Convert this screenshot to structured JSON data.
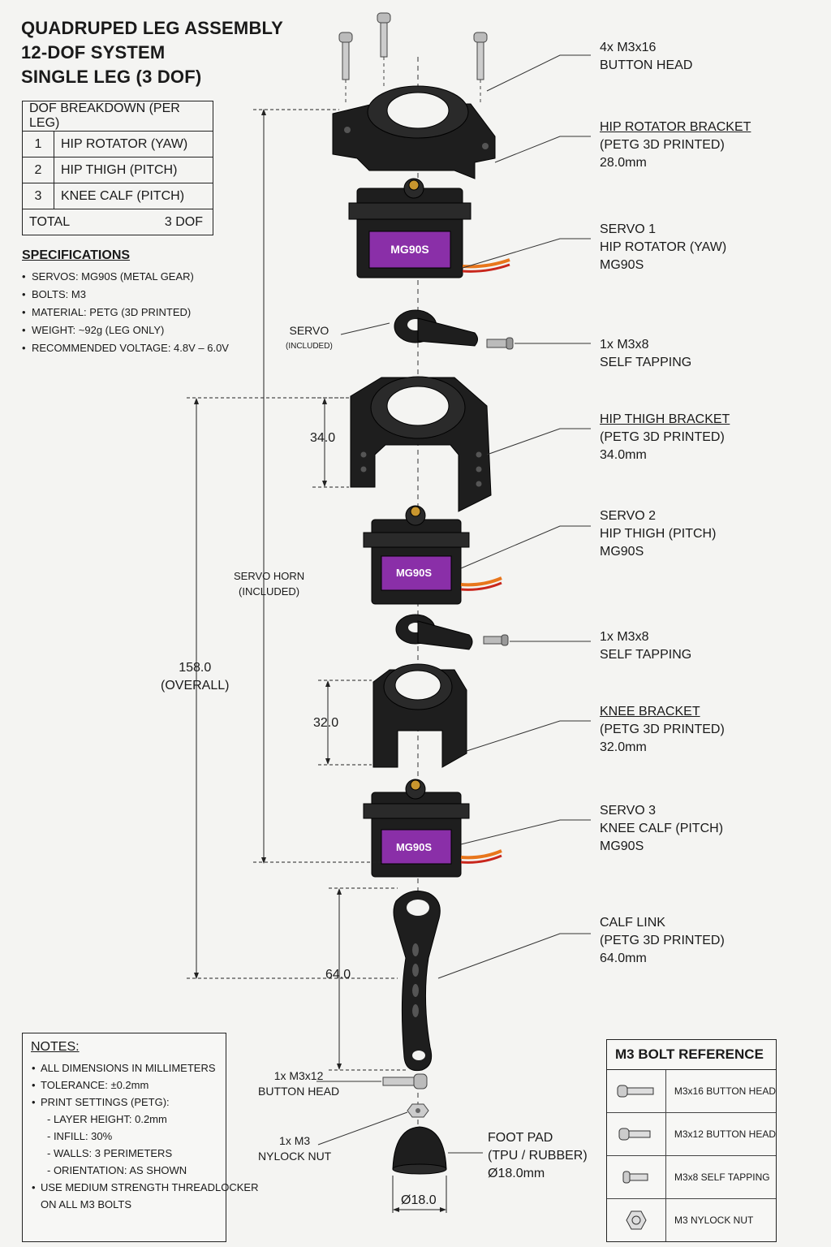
{
  "title": {
    "line1": "QUADRUPED LEG ASSEMBLY",
    "line2": "12-DOF SYSTEM",
    "line3": "SINGLE LEG (3 DOF)"
  },
  "dof_table": {
    "header": "DOF BREAKDOWN (PER LEG)",
    "rows": [
      {
        "num": "1",
        "label": "HIP ROTATOR (YAW)"
      },
      {
        "num": "2",
        "label": "HIP THIGH (PITCH)"
      },
      {
        "num": "3",
        "label": "KNEE CALF (PITCH)"
      }
    ],
    "total_label": "TOTAL",
    "total_value": "3 DOF"
  },
  "specs": {
    "heading": "SPECIFICATIONS",
    "items": [
      "SERVOS: MG90S (METAL GEAR)",
      "BOLTS: M3",
      "MATERIAL: PETG (3D PRINTED)",
      "WEIGHT: ~92g (LEG ONLY)",
      "RECOMMENDED VOLTAGE: 4.8V – 6.0V"
    ]
  },
  "callouts": {
    "bolts_top": {
      "line1": "4x M3x16",
      "line2": "BUTTON HEAD"
    },
    "hip_rotator_bracket": {
      "line1": "HIP ROTATOR BRACKET",
      "line2": "(PETG 3D PRINTED)",
      "line3": "28.0mm"
    },
    "servo1": {
      "line1": "SERVO 1",
      "line2": "HIP ROTATOR (YAW)",
      "line3": "MG90S"
    },
    "screw1": {
      "line1": "1x M3x8",
      "line2": "SELF TAPPING"
    },
    "hip_thigh_bracket": {
      "line1": "HIP THIGH BRACKET",
      "line2": "(PETG 3D PRINTED)",
      "line3": "34.0mm"
    },
    "servo2": {
      "line1": "SERVO 2",
      "line2": "HIP THIGH (PITCH)",
      "line3": "MG90S"
    },
    "screw2": {
      "line1": "1x M3x8",
      "line2": "SELF TAPPING"
    },
    "knee_bracket": {
      "line1": "KNEE BRACKET",
      "line2": "(PETG 3D PRINTED)",
      "line3": "32.0mm"
    },
    "servo3": {
      "line1": "SERVO 3",
      "line2": "KNEE CALF (PITCH)",
      "line3": "MG90S"
    },
    "calf_link": {
      "line1": "CALF LINK",
      "line2": "(PETG 3D PRINTED)",
      "line3": "64.0mm"
    },
    "foot_pad": {
      "line1": "FOOT PAD",
      "line2": "(TPU / RUBBER)",
      "line3": "Ø18.0mm"
    },
    "bolt_m3x12": {
      "line1": "1x M3x12",
      "line2": "BUTTON HEAD"
    },
    "nut": {
      "line1": "1x M3",
      "line2": "NYLOCK NUT"
    },
    "servo_horn_1": {
      "line1": "SERVO",
      "line2": "(INCLUDED)"
    },
    "servo_horn_2": {
      "line1": "SERVO HORN",
      "line2": "(INCLUDED)"
    }
  },
  "servo_label": "MG90S",
  "dimensions": {
    "overall": "158.0",
    "overall_sub": "(OVERALL)",
    "hip_thigh": "34.0",
    "knee": "32.0",
    "calf": "64.0",
    "foot": "Ø18.0"
  },
  "notes": {
    "heading": "NOTES:",
    "items": [
      "ALL DIMENSIONS IN MILLIMETERS",
      "TOLERANCE: ±0.2mm",
      "PRINT SETTINGS (PETG):",
      "- LAYER HEIGHT: 0.2mm",
      "- INFILL: 30%",
      "- WALLS: 3 PERIMETERS",
      "- ORIENTATION: AS SHOWN",
      "USE MEDIUM STRENGTH THREADLOCKER",
      "ON ALL M3 BOLTS"
    ]
  },
  "bolt_reference": {
    "heading": "M3 BOLT REFERENCE",
    "rows": [
      {
        "icon": "button-head-bolt-icon",
        "label": "M3x16  BUTTON HEAD"
      },
      {
        "icon": "button-head-bolt-icon",
        "label": "M3x12  BUTTON HEAD"
      },
      {
        "icon": "self-tapping-screw-icon",
        "label": "M3x8   SELF TAPPING"
      },
      {
        "icon": "nylock-nut-icon",
        "label": "M3     NYLOCK NUT"
      }
    ]
  },
  "colors": {
    "part_black": "#1e1e1e",
    "servo_purple": "#8a2fa8",
    "wire_orange": "#e8761c",
    "wire_red": "#c8261c",
    "brass": "#c9962e"
  }
}
